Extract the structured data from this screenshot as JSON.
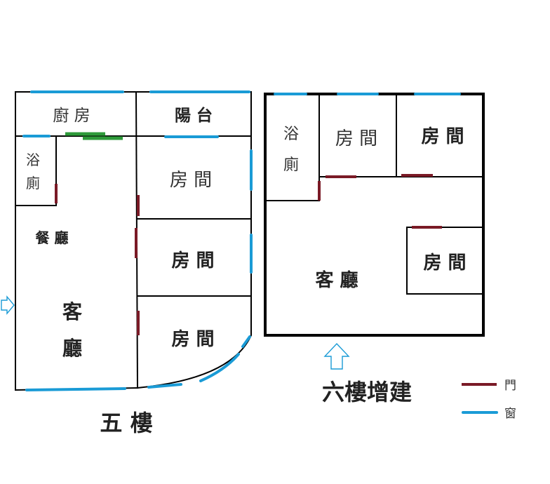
{
  "floor5": {
    "title": "五 樓",
    "rooms": {
      "kitchen": "廚 房",
      "balcony": "陽 台",
      "bath_1": "浴",
      "bath_2": "廁",
      "dining": "餐 廳",
      "living_1": "客",
      "living_2": "廳",
      "bedroom_a": "房 間",
      "bedroom_b": "房 間",
      "bedroom_c": "房 間"
    }
  },
  "floor6": {
    "title": "六樓增建",
    "rooms": {
      "bath_1": "浴",
      "bath_2": "廁",
      "bedroom_a": "房 間",
      "bedroom_b": "房 間",
      "bedroom_c": "房 間",
      "living": "客 廳"
    }
  },
  "legend": {
    "door_label": "門",
    "window_label": "窗",
    "door_color": "#7a1a26",
    "window_color": "#1a9bd6"
  },
  "icons": {
    "entry_arrow_floor5": "arrow-right-icon",
    "entry_arrow_floor6": "arrow-up-icon"
  }
}
